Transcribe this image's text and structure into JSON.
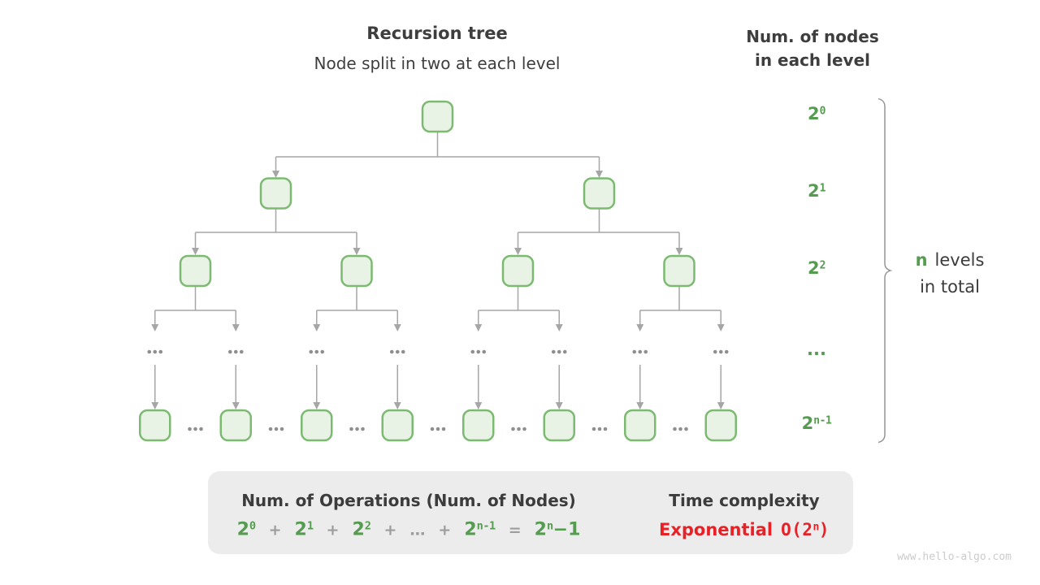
{
  "colors": {
    "green": "#559b50",
    "red": "#e82127",
    "dark": "#3e3e3e",
    "gray_operator": "#9d9d9d",
    "connector": "#a6a6a6",
    "node_fill": "#e9f3e5",
    "node_border": "#7cba72",
    "box_bg": "#ececec",
    "watermark": "#cbcbcb"
  },
  "header": {
    "title": "Recursion tree",
    "subtitle": "Node split in two at each level"
  },
  "right_panel": {
    "heading_line1": "Num. of nodes",
    "heading_line2": "in each level",
    "level_labels": [
      {
        "t": "2",
        "s": "0"
      },
      {
        "t": "2",
        "s": "1"
      },
      {
        "t": "2",
        "s": "2"
      },
      {
        "t": "..."
      },
      {
        "t": "2",
        "s": "n-1"
      }
    ],
    "brace_note": {
      "highlight": "n",
      "line1_rest": "levels",
      "line2": "in total"
    }
  },
  "summary": {
    "operations_heading": "Num. of Operations (Num. of Nodes)",
    "formula": [
      {
        "t": "2",
        "s": "0",
        "c": "green"
      },
      {
        "t": "+",
        "c": "gray"
      },
      {
        "t": "2",
        "s": "1",
        "c": "green"
      },
      {
        "t": "+",
        "c": "gray"
      },
      {
        "t": "2",
        "s": "2",
        "c": "green"
      },
      {
        "t": "+",
        "c": "gray"
      },
      {
        "t": "…",
        "c": "gray"
      },
      {
        "t": "+",
        "c": "gray"
      },
      {
        "t": "2",
        "s": "n-1",
        "c": "green"
      },
      {
        "t": "=",
        "c": "gray"
      },
      {
        "t": "2",
        "s": "n",
        "tail": "−1",
        "c": "green"
      }
    ],
    "time_heading": "Time complexity",
    "complexity_label": "Exponential",
    "complexity_notation": {
      "t": "O(2",
      "s": "n",
      "tail": ")"
    }
  },
  "watermark": "www.hello-algo.com"
}
